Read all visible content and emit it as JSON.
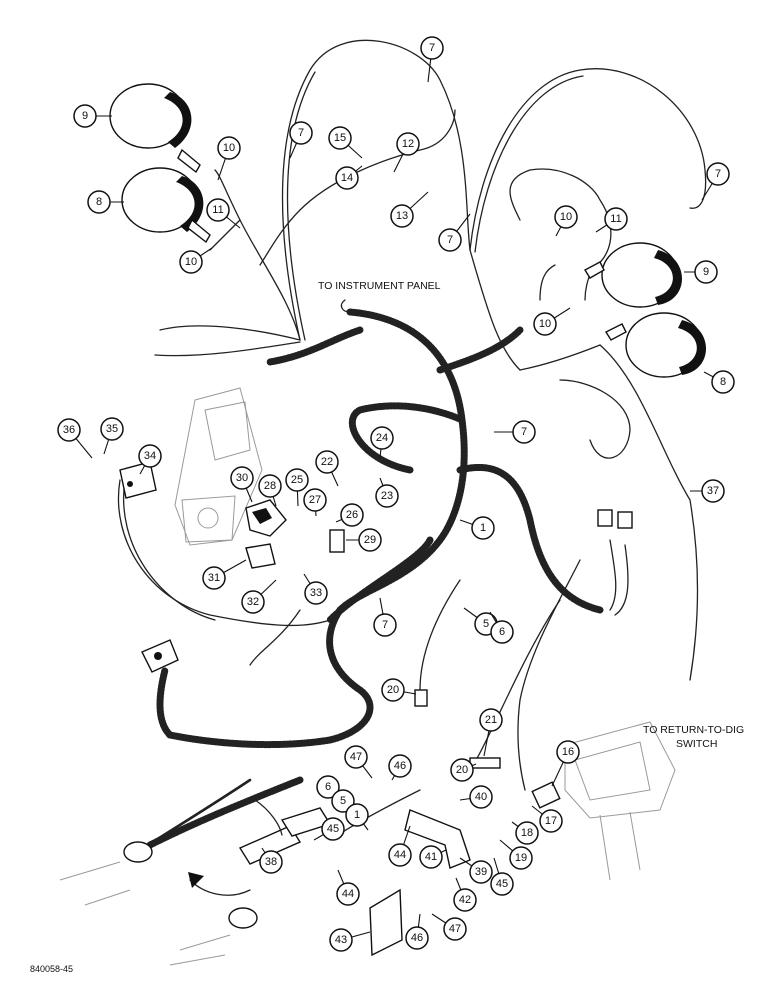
{
  "labels": {
    "to_instrument_panel": "TO INSTRUMENT PANEL",
    "to_return_to_dig_line1": "TO RETURN-TO-DIG",
    "to_return_to_dig_line2": "SWITCH",
    "figure_number": "840058-45"
  },
  "callouts": [
    "1",
    "5",
    "6",
    "7",
    "8",
    "9",
    "10",
    "11",
    "12",
    "13",
    "14",
    "15",
    "16",
    "17",
    "18",
    "19",
    "20",
    "21",
    "22",
    "23",
    "24",
    "25",
    "26",
    "27",
    "28",
    "29",
    "30",
    "31",
    "32",
    "33",
    "34",
    "35",
    "36",
    "37",
    "38",
    "39",
    "40",
    "41",
    "42",
    "43",
    "44",
    "45",
    "46",
    "47"
  ]
}
